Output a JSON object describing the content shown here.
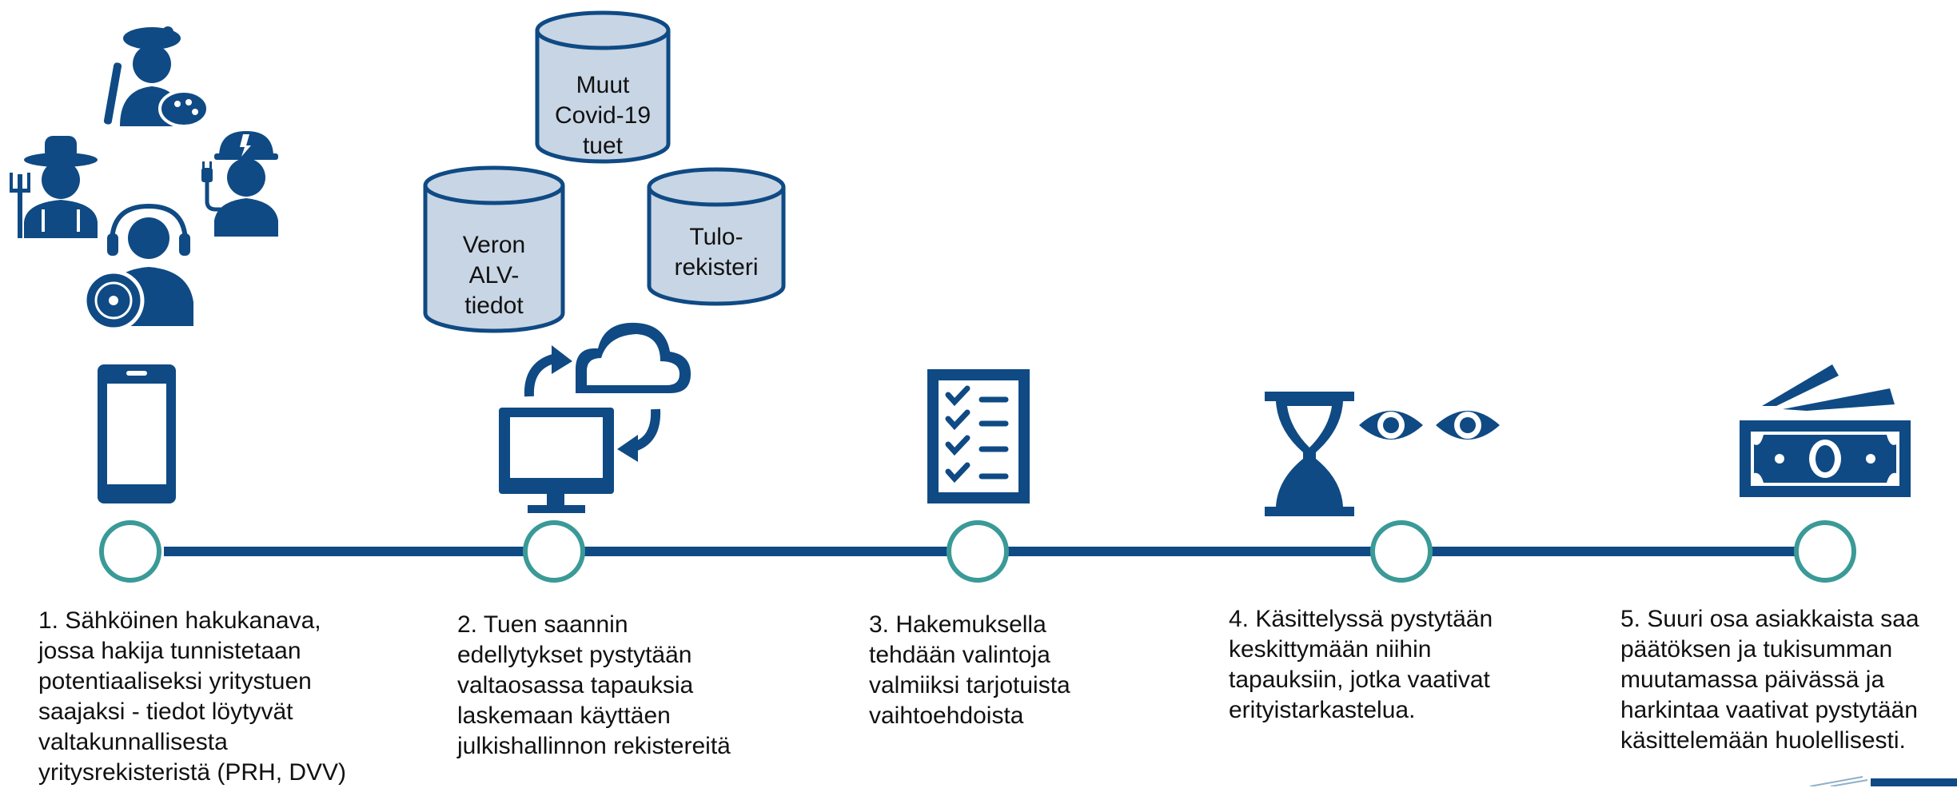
{
  "colors": {
    "primary": "#0f4a84",
    "node_ring": "#3a9a97",
    "db_fill": "#c8d5e4",
    "db_stroke": "#0f4a84",
    "text": "#111111"
  },
  "icons": {
    "people_group": "people-group-icon",
    "step1": "smartphone-icon",
    "step2": "computer-cloud-sync-icon",
    "step3": "checklist-icon",
    "step4": "hourglass-eyes-icon",
    "step5": "banknotes-icon"
  },
  "databases": [
    {
      "id": "covid",
      "lines": [
        "Muut",
        "Covid-19",
        "tuet"
      ]
    },
    {
      "id": "veron",
      "lines": [
        "Veron",
        "ALV-",
        "tiedot"
      ]
    },
    {
      "id": "tulo",
      "lines": [
        "Tulo-",
        "rekisteri"
      ]
    }
  ],
  "steps": [
    {
      "id": "1",
      "lines": [
        "1.  Sähköinen hakukanava,",
        "jossa hakija tunnistetaan",
        "potentiaaliseksi yritystuen",
        "saajaksi - tiedot löytyvät",
        "valtakunnallisesta",
        "yritysrekisteristä (PRH, DVV)"
      ]
    },
    {
      "id": "2",
      "lines": [
        "2. Tuen saannin",
        "edellytykset pystytään",
        "valtaosassa tapauksia",
        "laskemaan käyttäen",
        "julkishallinnon rekistereitä"
      ]
    },
    {
      "id": "3",
      "lines": [
        "3. Hakemuksella",
        "tehdään valintoja",
        "valmiiksi tarjotuista",
        "vaihtoehdoista"
      ]
    },
    {
      "id": "4",
      "lines": [
        "4. Käsittelyssä pystytään",
        "keskittymään niihin",
        "tapauksiin, jotka vaativat",
        "erityistarkastelua."
      ]
    },
    {
      "id": "5",
      "lines": [
        "5. Suuri osa asiakkaista saa",
        "päätöksen ja tukisumman",
        "muutamassa päivässä ja",
        "harkintaa vaativat pystytään",
        "käsittelemään huolellisesti."
      ]
    }
  ]
}
